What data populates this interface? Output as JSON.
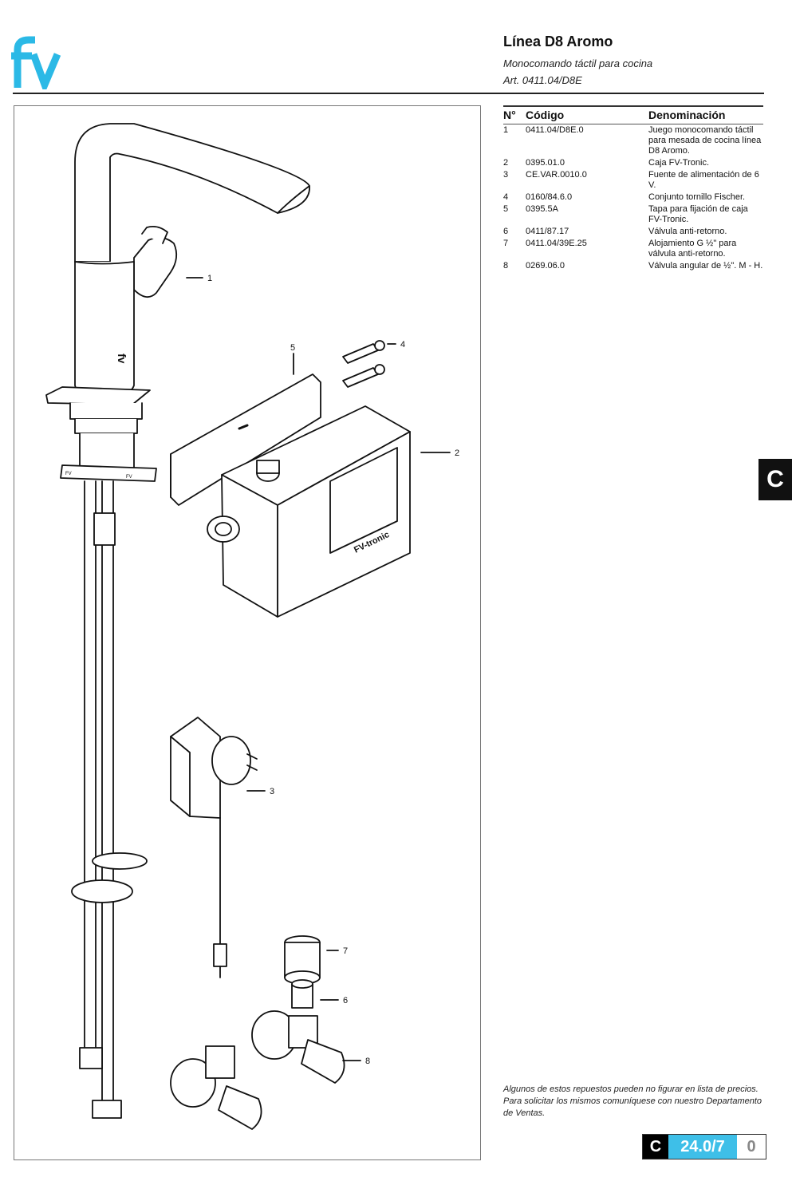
{
  "brand": {
    "logo_text": "fv",
    "logo_color": "#2bb9e6"
  },
  "header": {
    "title": "Línea D8 Aromo",
    "subtitle": "Monocomando táctil para cocina",
    "article": "Art. 0411.04/D8E"
  },
  "table": {
    "headers": [
      "N°",
      "Código",
      "Denominación"
    ],
    "rows": [
      {
        "n": "1",
        "code": "0411.04/D8E.0",
        "name": "Juego monocomando táctil para mesada de cocina línea D8 Aromo."
      },
      {
        "n": "2",
        "code": "0395.01.0",
        "name": "Caja FV-Tronic."
      },
      {
        "n": "3",
        "code": "CE.VAR.0010.0",
        "name": "Fuente de alimentación de 6 V."
      },
      {
        "n": "4",
        "code": "0160/84.6.0",
        "name": "Conjunto tornillo Fischer."
      },
      {
        "n": "5",
        "code": "0395.5A",
        "name": "Tapa para fijación de caja FV-Tronic."
      },
      {
        "n": "6",
        "code": "0411/87.17",
        "name": "Válvula anti-retorno."
      },
      {
        "n": "7",
        "code": "0411.04/39E.25",
        "name": "Alojamiento G ½\" para válvula anti-retorno."
      },
      {
        "n": "8",
        "code": "0269.06.0",
        "name": "Válvula angular de ½\". M - H."
      }
    ]
  },
  "diagram": {
    "callouts": [
      "1",
      "2",
      "3",
      "4",
      "5",
      "6",
      "7",
      "8"
    ],
    "box_brand": "FV-tronic"
  },
  "section_tab": "C",
  "footnote": "Algunos de estos repuestos pueden no figurar en lista de precios. Para solicitar los mismos comuníquese con nuestro Departamento de Ventas.",
  "page_code": {
    "letter": "C",
    "number": "24.0/7",
    "revision": "0",
    "accent": "#3ebfe8"
  }
}
